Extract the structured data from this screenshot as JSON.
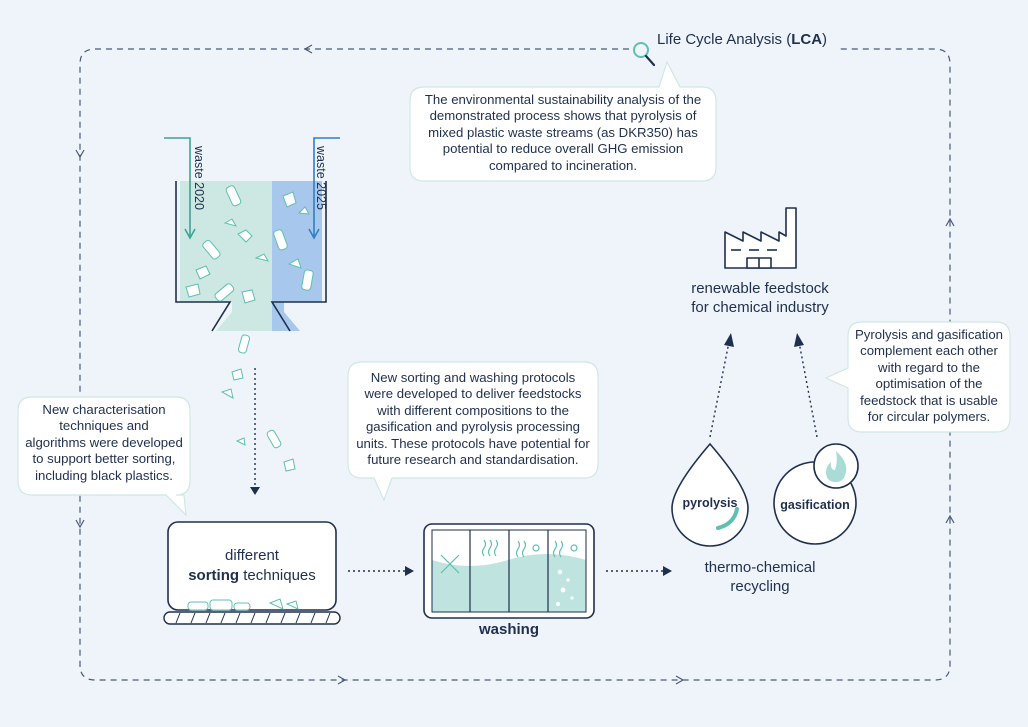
{
  "lca": {
    "title_prefix": "Life Cycle Analysis (",
    "title_bold": "LCA",
    "title_suffix": ")",
    "icon": "magnifier-icon"
  },
  "lca_note": [
    "The environmental sustainability analysis of the",
    "demonstrated process shows that pyrolysis of",
    "mixed plastic waste streams (as DKR350) has",
    "potential to reduce overall GHG emission",
    "compared to incineration."
  ],
  "hopper": {
    "label_left": "waste 2020",
    "label_right": "waste 2025",
    "colors": {
      "left": "#cde8e2",
      "right": "#a7c8ec",
      "arrow_left": "#3aa597",
      "arrow_right": "#2f7fc6"
    }
  },
  "characterisation_note": [
    "New characterisation",
    "techniques and",
    "algorithms were developed",
    "to support better sorting,",
    "including black plastics."
  ],
  "washing_note": [
    "New sorting and washing protocols",
    "were developed to deliver feedstocks",
    "with different compositions to the",
    "gasification and pyrolysis processing",
    "units. These protocols have potential for",
    "future research and standardisation."
  ],
  "sorting": {
    "line1": "different",
    "bold": "sorting",
    "rest": " techniques"
  },
  "washing": {
    "label": "washing"
  },
  "factory": {
    "icon": "factory-icon",
    "label_line1": "renewable feedstock",
    "label_line2": "for chemical industry"
  },
  "pyrolysis": {
    "label": "pyrolysis",
    "icon": "droplet-icon"
  },
  "gasification": {
    "label": "gasification",
    "icon": "flame-icon"
  },
  "thermo": {
    "line1": "thermo-chemical",
    "line2": "recycling"
  },
  "complement_note": [
    "Pyrolysis and gasification",
    "complement each other",
    "with regard to the",
    "optimisation of the",
    "feedstock that is usable",
    "for circular polymers."
  ],
  "colors": {
    "background": "#eef4fa",
    "navy": "#1f2f4e",
    "dashed": "#4a5a78",
    "teal_light": "#bfe3de",
    "teal": "#5fbfb0"
  }
}
